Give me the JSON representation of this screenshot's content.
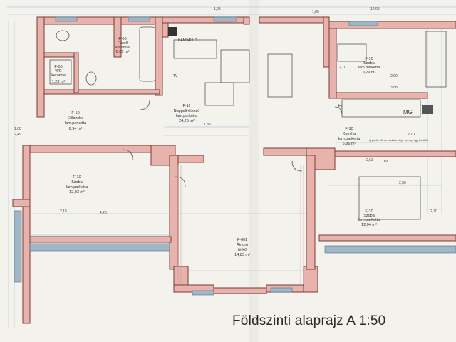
{
  "caption": "Földszinti alaprajz A 1:50",
  "rooms": [
    {
      "code": "F-06",
      "name": "Fürdő",
      "floor": "kerámia",
      "area": "6,05 m²"
    },
    {
      "code": "F-06",
      "name": "WC",
      "floor": "kerámia",
      "area": "1,23 m²"
    },
    {
      "code": "F-10",
      "name": "Előszoba",
      "floor": "lam.parketta",
      "area": "6,94 m²"
    },
    {
      "code": "F-11",
      "name": "Nappali-étkező",
      "floor": "lam.parketta",
      "area": "24,25 m²"
    },
    {
      "code": "F-10",
      "name": "Szoba",
      "floor": "lam.parketta",
      "area": "9,29 m²"
    },
    {
      "code": "F-10",
      "name": "Konyha",
      "floor": "lam.parketta",
      "area": "6,96 m²"
    },
    {
      "code": "F-10",
      "name": "Szoba",
      "floor": "lam.parketta",
      "area": "12,03 m²"
    },
    {
      "code": "F-001",
      "name": "Átrium",
      "floor": "térkő",
      "area": "14,83 m²"
    },
    {
      "code": "F-10",
      "name": "Szoba",
      "floor": "lam.parketta",
      "area": "12,04 m²"
    }
  ],
  "labels": {
    "kandallo": "KANDALLÓ",
    "h": "H",
    "mg": "MG",
    "tv1": "TV",
    "tv2": "TV",
    "note": "új parti - 40 cm széles eleje szerep egy beállító"
  },
  "dimensions": [
    "2,15",
    "1,85",
    "4,25",
    "2,50",
    "2,70",
    "3,58",
    "2,63",
    "2,90",
    "1,00",
    "2,49",
    "1,25",
    "1,85",
    "12,00",
    "2,10",
    "2,70"
  ]
}
